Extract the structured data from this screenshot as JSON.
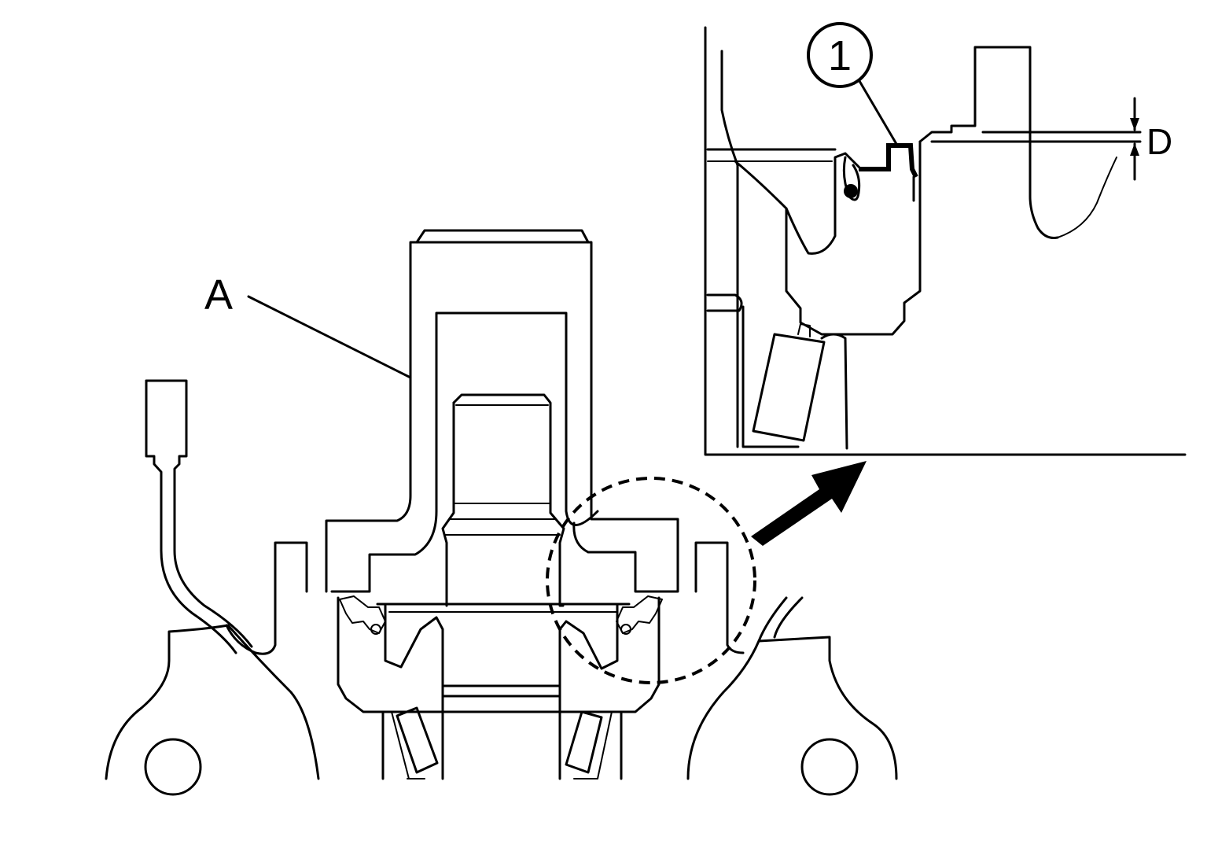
{
  "labels": {
    "a": "A",
    "callout_1": "1",
    "d": "D"
  },
  "colors": {
    "ink": "#000000",
    "paper": "#ffffff"
  }
}
